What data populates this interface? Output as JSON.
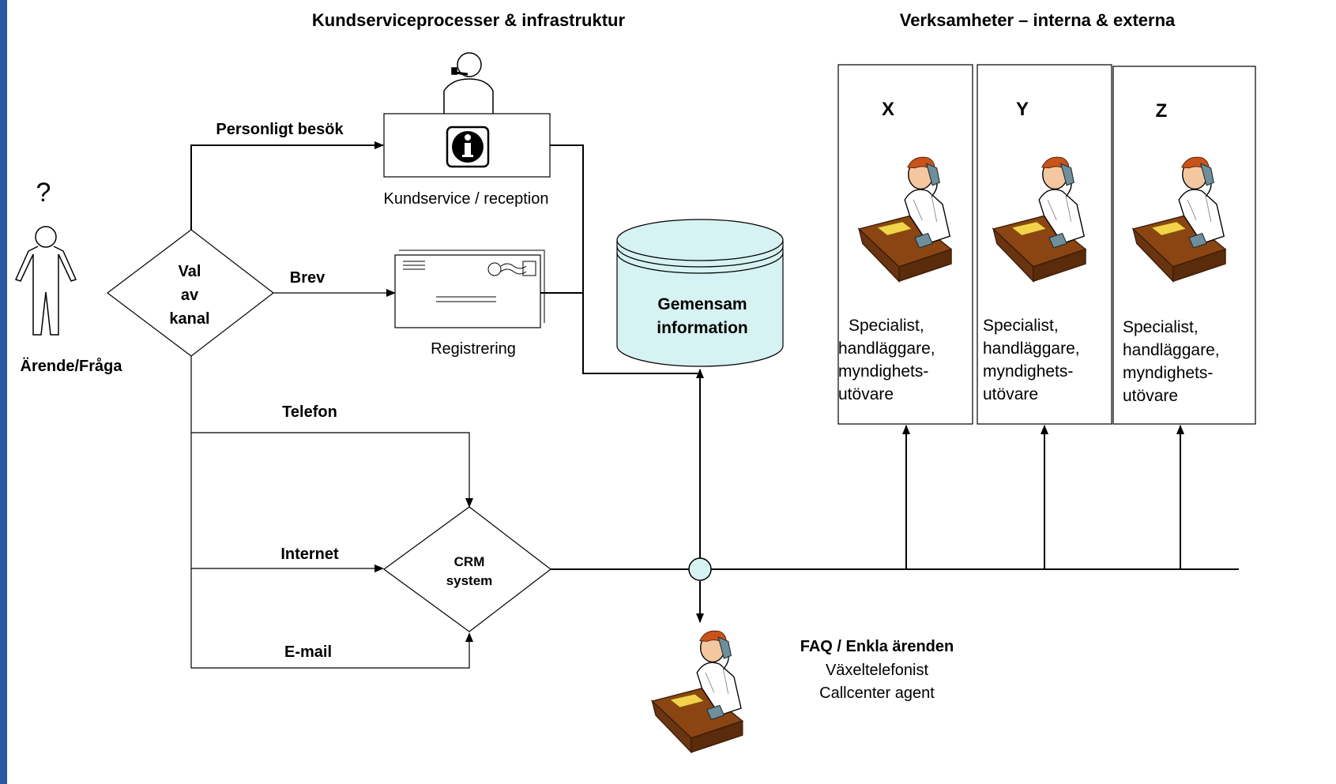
{
  "headings": {
    "left": "Kundserviceprocesser & infrastruktur",
    "right": "Verksamheter – interna & externa"
  },
  "customer": {
    "question_mark": "?",
    "label": "Ärende/Fråga"
  },
  "channel_decision": {
    "line1": "Val",
    "line2": "av",
    "line3": "kanal"
  },
  "channels": {
    "visit": "Personligt besök",
    "letter": "Brev",
    "phone": "Telefon",
    "internet": "Internet",
    "email": "E-mail"
  },
  "nodes": {
    "reception": "Kundservice / reception",
    "registration": "Registrering",
    "shared_info_line1": "Gemensam",
    "shared_info_line2": "information",
    "crm_line1": "CRM",
    "crm_line2": "system"
  },
  "businesses": [
    {
      "letter": "X",
      "lines": [
        "Specialist,",
        "handläggare,",
        "myndighets-",
        "utövare"
      ]
    },
    {
      "letter": "Y",
      "lines": [
        "Specialist,",
        "handläggare,",
        "myndighets-",
        "utövare"
      ]
    },
    {
      "letter": "Z",
      "lines": [
        "Specialist,",
        "handläggare,",
        "myndighets-",
        "utövare"
      ]
    }
  ],
  "faq": {
    "title": "FAQ / Enkla ärenden",
    "line1": "Växeltelefonist",
    "line2": "Callcenter agent"
  },
  "colors": {
    "sidebar": "#2a5aa0",
    "database_fill": "#d6f2f2",
    "junction_fill": "#d6f2f2",
    "desk": "#8b4513",
    "desk_paper": "#f2d34a",
    "phone": "#6f8f9a",
    "hair": "#c8541a"
  }
}
